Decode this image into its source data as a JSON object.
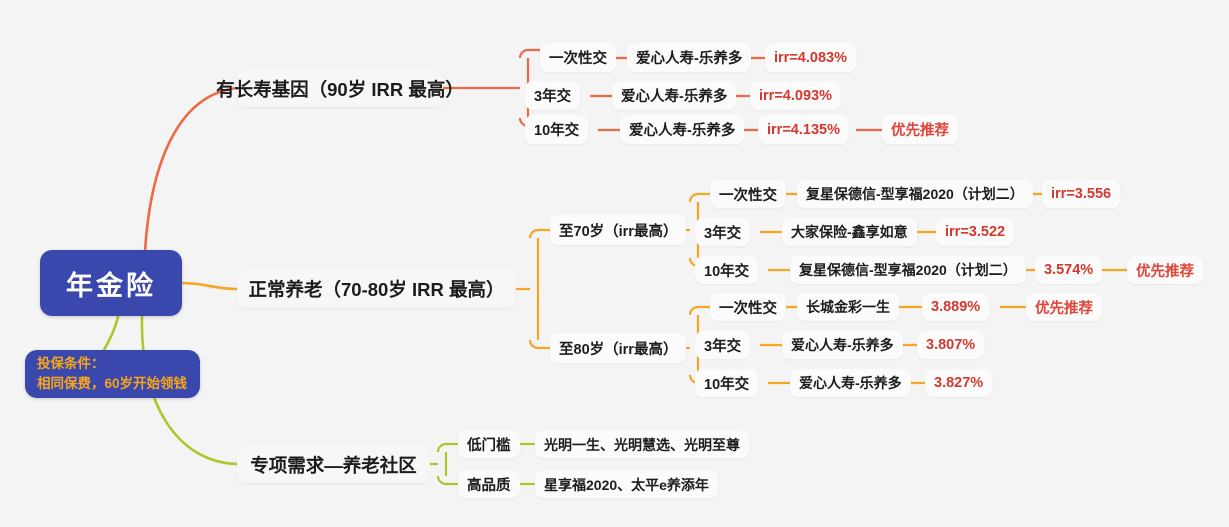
{
  "theme": {
    "background": "#f4f4f4",
    "root_fill": "#3a48ad",
    "root_text": "#ffffff",
    "note_text": "#f7a51b",
    "branch1_color": "#ed6a45",
    "branch2_color": "#f5a623",
    "branch3_color": "#afc52b",
    "chip_fill": "#fbfbfb",
    "irr_text": "#d4392f",
    "recommend_text": "#e0453a"
  },
  "root": {
    "label": "年金险"
  },
  "note": {
    "line1": "投保条件：",
    "line2": "相同保费，60岁开始领钱"
  },
  "branches": [
    {
      "id": "longevity",
      "label": "有长寿基因（90岁 IRR 最高）",
      "color": "#ed6a45",
      "rows": [
        {
          "term": "一次性交",
          "product": "爱心人寿-乐养多",
          "irr": "irr=4.083%",
          "recommend": ""
        },
        {
          "term": "3年交",
          "product": "爱心人寿-乐养多",
          "irr": "irr=4.093%",
          "recommend": ""
        },
        {
          "term": "10年交",
          "product": "爱心人寿-乐养多",
          "irr": "irr=4.135%",
          "recommend": "优先推荐"
        }
      ]
    },
    {
      "id": "normal-pension",
      "label": "正常养老（70-80岁 IRR 最高）",
      "color": "#f5a623",
      "groups": [
        {
          "label": "至70岁（irr最高）",
          "rows": [
            {
              "term": "一次性交",
              "product": "复星保德信-型享福2020（计划二）",
              "irr": "irr=3.556",
              "recommend": ""
            },
            {
              "term": "3年交",
              "product": "大家保险-鑫享如意",
              "irr": "irr=3.522",
              "recommend": ""
            },
            {
              "term": "10年交",
              "product": "复星保德信-型享福2020（计划二）",
              "irr": "3.574%",
              "recommend": "优先推荐"
            }
          ]
        },
        {
          "label": "至80岁（irr最高）",
          "rows": [
            {
              "term": "一次性交",
              "product": "长城金彩一生",
              "irr": "3.889%",
              "recommend": "优先推荐"
            },
            {
              "term": "3年交",
              "product": "爱心人寿-乐养多",
              "irr": "3.807%",
              "recommend": ""
            },
            {
              "term": "10年交",
              "product": "爱心人寿-乐养多",
              "irr": "3.827%",
              "recommend": ""
            }
          ]
        }
      ]
    },
    {
      "id": "community",
      "label": "专项需求—养老社区",
      "color": "#afc52b",
      "rows": [
        {
          "term": "低门槛",
          "product": "光明一生、光明慧选、光明至尊"
        },
        {
          "term": "高品质",
          "product": "星享福2020、太平e养添年"
        }
      ]
    }
  ]
}
